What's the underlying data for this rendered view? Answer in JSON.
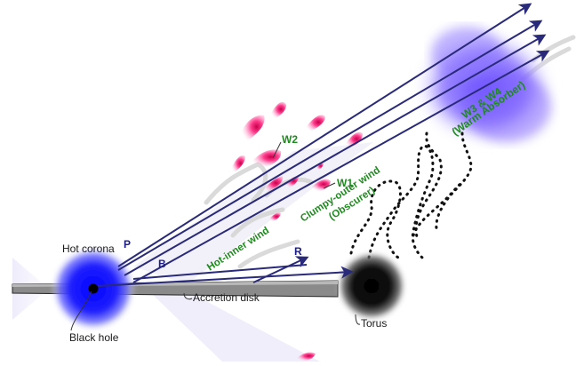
{
  "labels": {
    "hot_corona": "Hot corona",
    "black_hole": "Black hole",
    "accretion_disk": "Accretion disk",
    "torus": "Torus",
    "w1": "W1",
    "w2": "W2",
    "w3w4_line1": "W3 & W4",
    "w3w4_line2": "(Warm Absorber)",
    "hot_inner_wind": "Hot-inner wind",
    "clumpy_line1": "Clumpy-outer wind",
    "clumpy_line2": "(Obscurer)",
    "ray_p": "P",
    "ray_b": "B",
    "ray_r": "R"
  },
  "colors": {
    "corona": "#1a1aff",
    "ray": "#2a2a7a",
    "wind_label": "#1f8a1f",
    "cloud": "#e0308a",
    "warm_absorber": "#7a5cff",
    "torus": "#000000",
    "disk": "#808080"
  }
}
